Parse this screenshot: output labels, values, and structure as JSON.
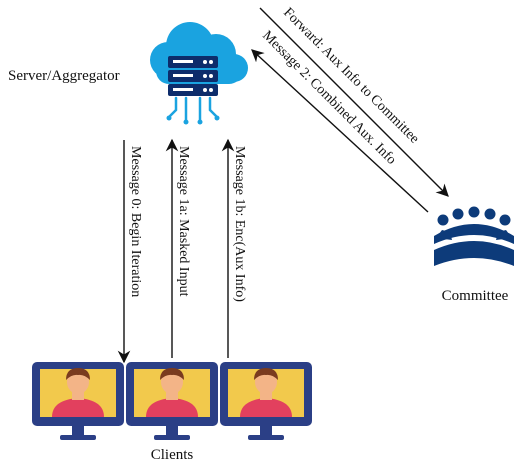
{
  "nodes": {
    "server": {
      "label": "Server/Aggregator",
      "icon": "cloud-server-icon"
    },
    "committee": {
      "label": "Committee",
      "icon": "committee-group-icon"
    },
    "clients": {
      "label": "Clients",
      "icon": "client-monitor-icon",
      "count": 3
    }
  },
  "messages": {
    "m0": "Message 0: Begin Iteration",
    "m1a": "Message 1a: Masked Input",
    "m1b": "Message 1b: Enc(Aux Info)",
    "forward": "Forward: Aux Info to Committee",
    "m2": "Message 2: Combined Aux. Info"
  },
  "colors": {
    "cloud": "#1aa3e0",
    "server_body": "#0d2c6b",
    "committee": "#0d3b7a",
    "monitor_frame": "#2b3f86",
    "monitor_screen": "#f2c94c",
    "shirt": "#e2405e",
    "skin": "#f3b487",
    "hair": "#7a3b1f"
  }
}
